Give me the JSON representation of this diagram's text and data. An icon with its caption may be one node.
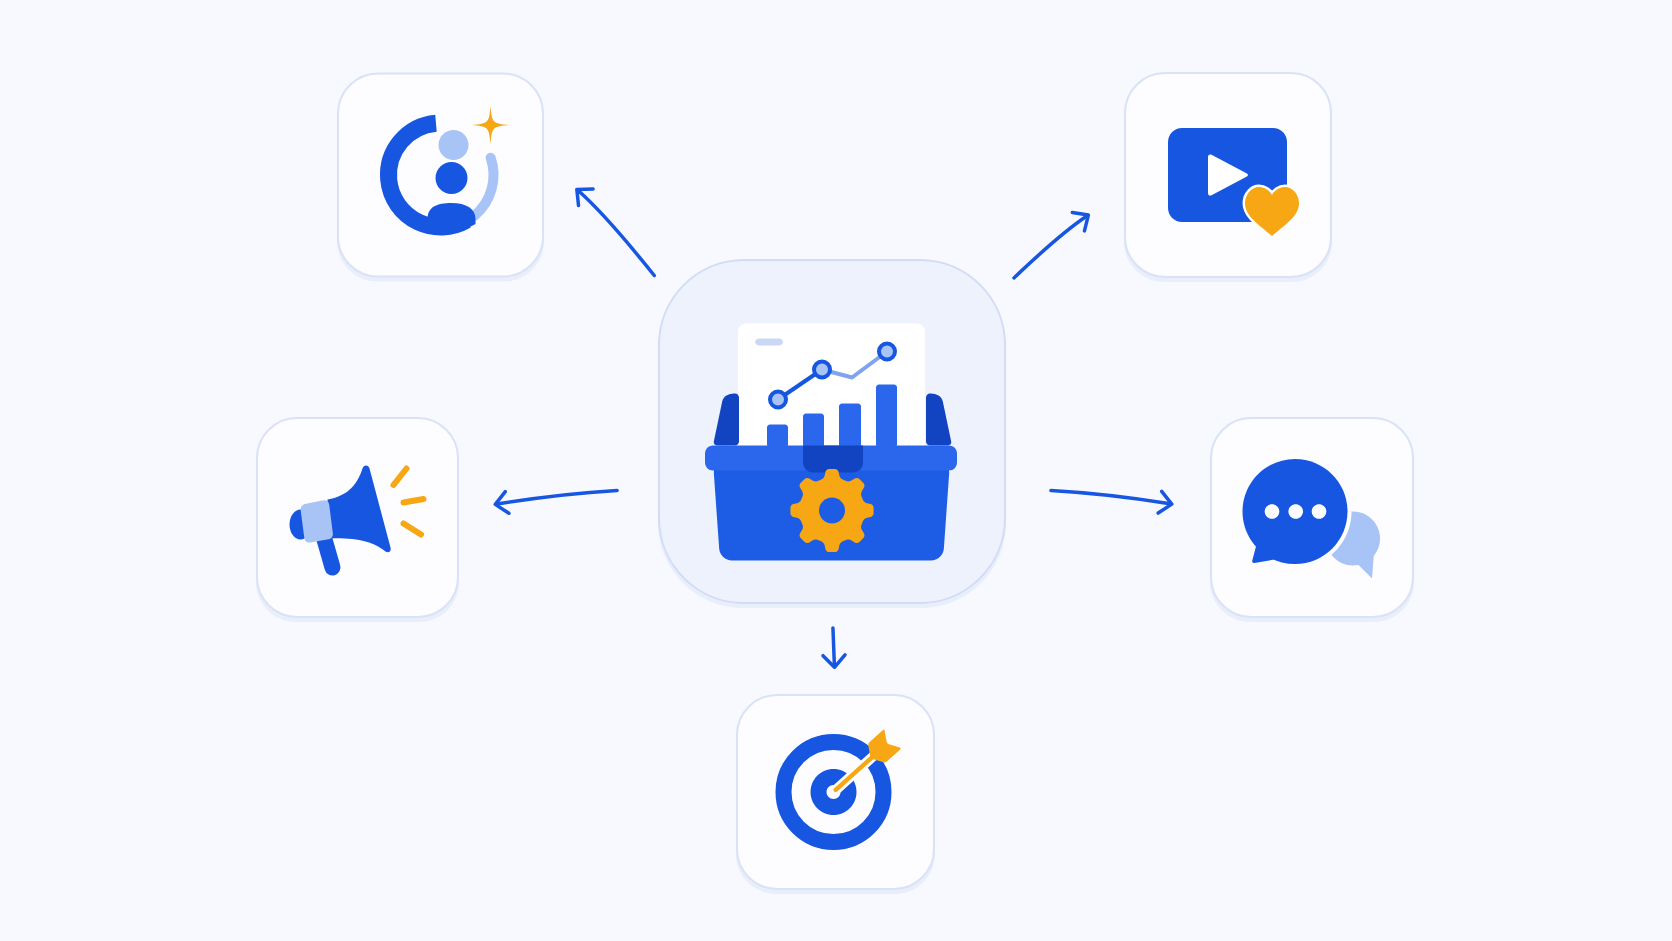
{
  "diagram": {
    "nodes": [
      {
        "text": [],
        "shape": "picture"
      },
      {
        "text": [],
        "shape": "picture"
      },
      {
        "text": [],
        "shape": "picture"
      },
      {
        "text": [],
        "shape": "picture"
      },
      {
        "text": [],
        "shape": "picture"
      },
      {
        "text": [],
        "shape": "picture"
      }
    ],
    "edges": [
      {
        "from": 2,
        "to": 0,
        "arrow": "to"
      },
      {
        "from": 2,
        "to": 1,
        "arrow": "to"
      },
      {
        "from": 2,
        "to": 3,
        "arrow": "to"
      },
      {
        "from": 2,
        "to": 4,
        "arrow": "to"
      },
      {
        "from": 2,
        "to": 5,
        "arrow": "to"
      }
    ]
  }
}
